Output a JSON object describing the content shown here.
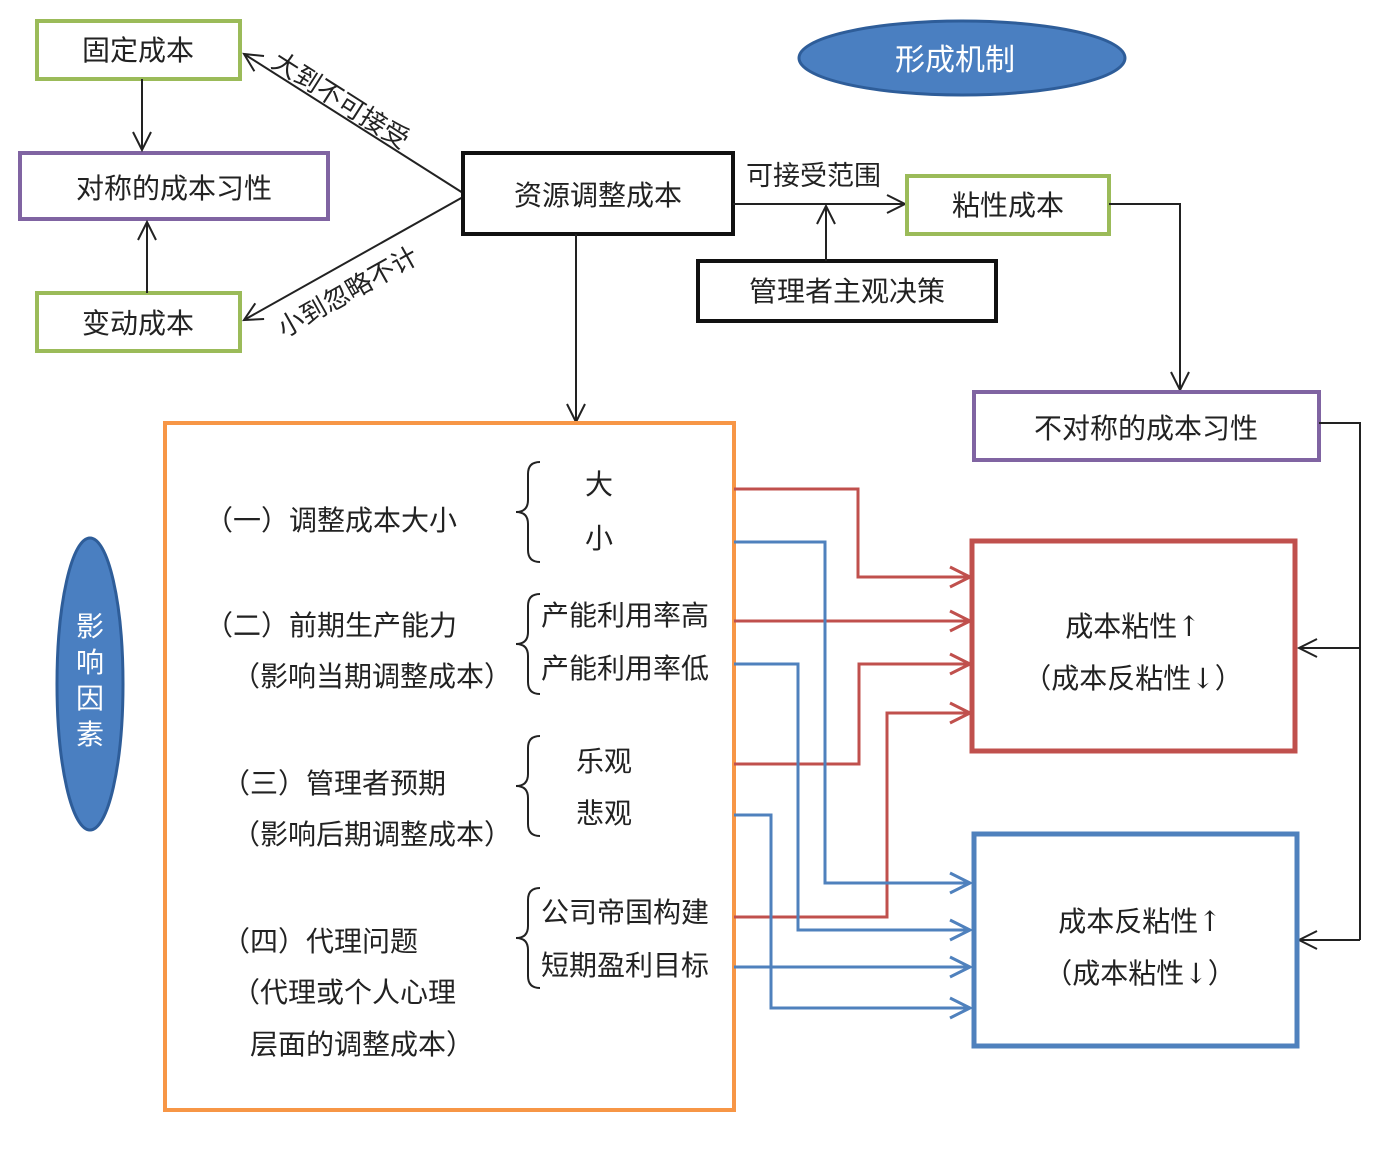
{
  "mechanism_oval": {
    "label": "形成机制",
    "color": "#4a7fc1"
  },
  "factors_oval": {
    "label": [
      "影",
      "响",
      "因",
      "素"
    ],
    "color": "#4a7fc1"
  },
  "nodes": {
    "fixed_cost": "固定成本",
    "symmetric_behavior": "对称的成本习性",
    "variable_cost": "变动成本",
    "resource_adjustment_cost": "资源调整成本",
    "sticky_cost": "粘性成本",
    "manager_decision": "管理者主观决策",
    "asymmetric_behavior": "不对称的成本习性"
  },
  "edge_labels": {
    "too_large": "大到不可接受",
    "negligible": "小到忽略不计",
    "acceptable_range": "可接受范围"
  },
  "factors": {
    "f1": {
      "title": "（一）调整成本大小",
      "items": [
        "大",
        "小"
      ]
    },
    "f2": {
      "title": "（二）前期生产能力",
      "sub": "（影响当期调整成本）",
      "items": [
        "产能利用率高",
        "产能利用率低"
      ]
    },
    "f3": {
      "title": "（三）管理者预期",
      "sub": "（影响后期调整成本）",
      "items": [
        "乐观",
        "悲观"
      ]
    },
    "f4": {
      "title": "（四）代理问题",
      "sub1": "（代理或个人心理",
      "sub2": "层面的调整成本）",
      "items": [
        "公司帝国构建",
        "短期盈利目标"
      ]
    }
  },
  "outcomes": {
    "sticky_up": {
      "line1": "成本粘性↑",
      "line2": "（成本反粘性↓）"
    },
    "antisticky_up": {
      "line1": "成本反粘性↑",
      "line2": "（成本粘性↓）"
    }
  },
  "colors": {
    "green": "#9bbb59",
    "purple": "#8064a2",
    "black": "#111111",
    "orange": "#f79646",
    "red": "#c0504d",
    "blue": "#4f81bd"
  }
}
